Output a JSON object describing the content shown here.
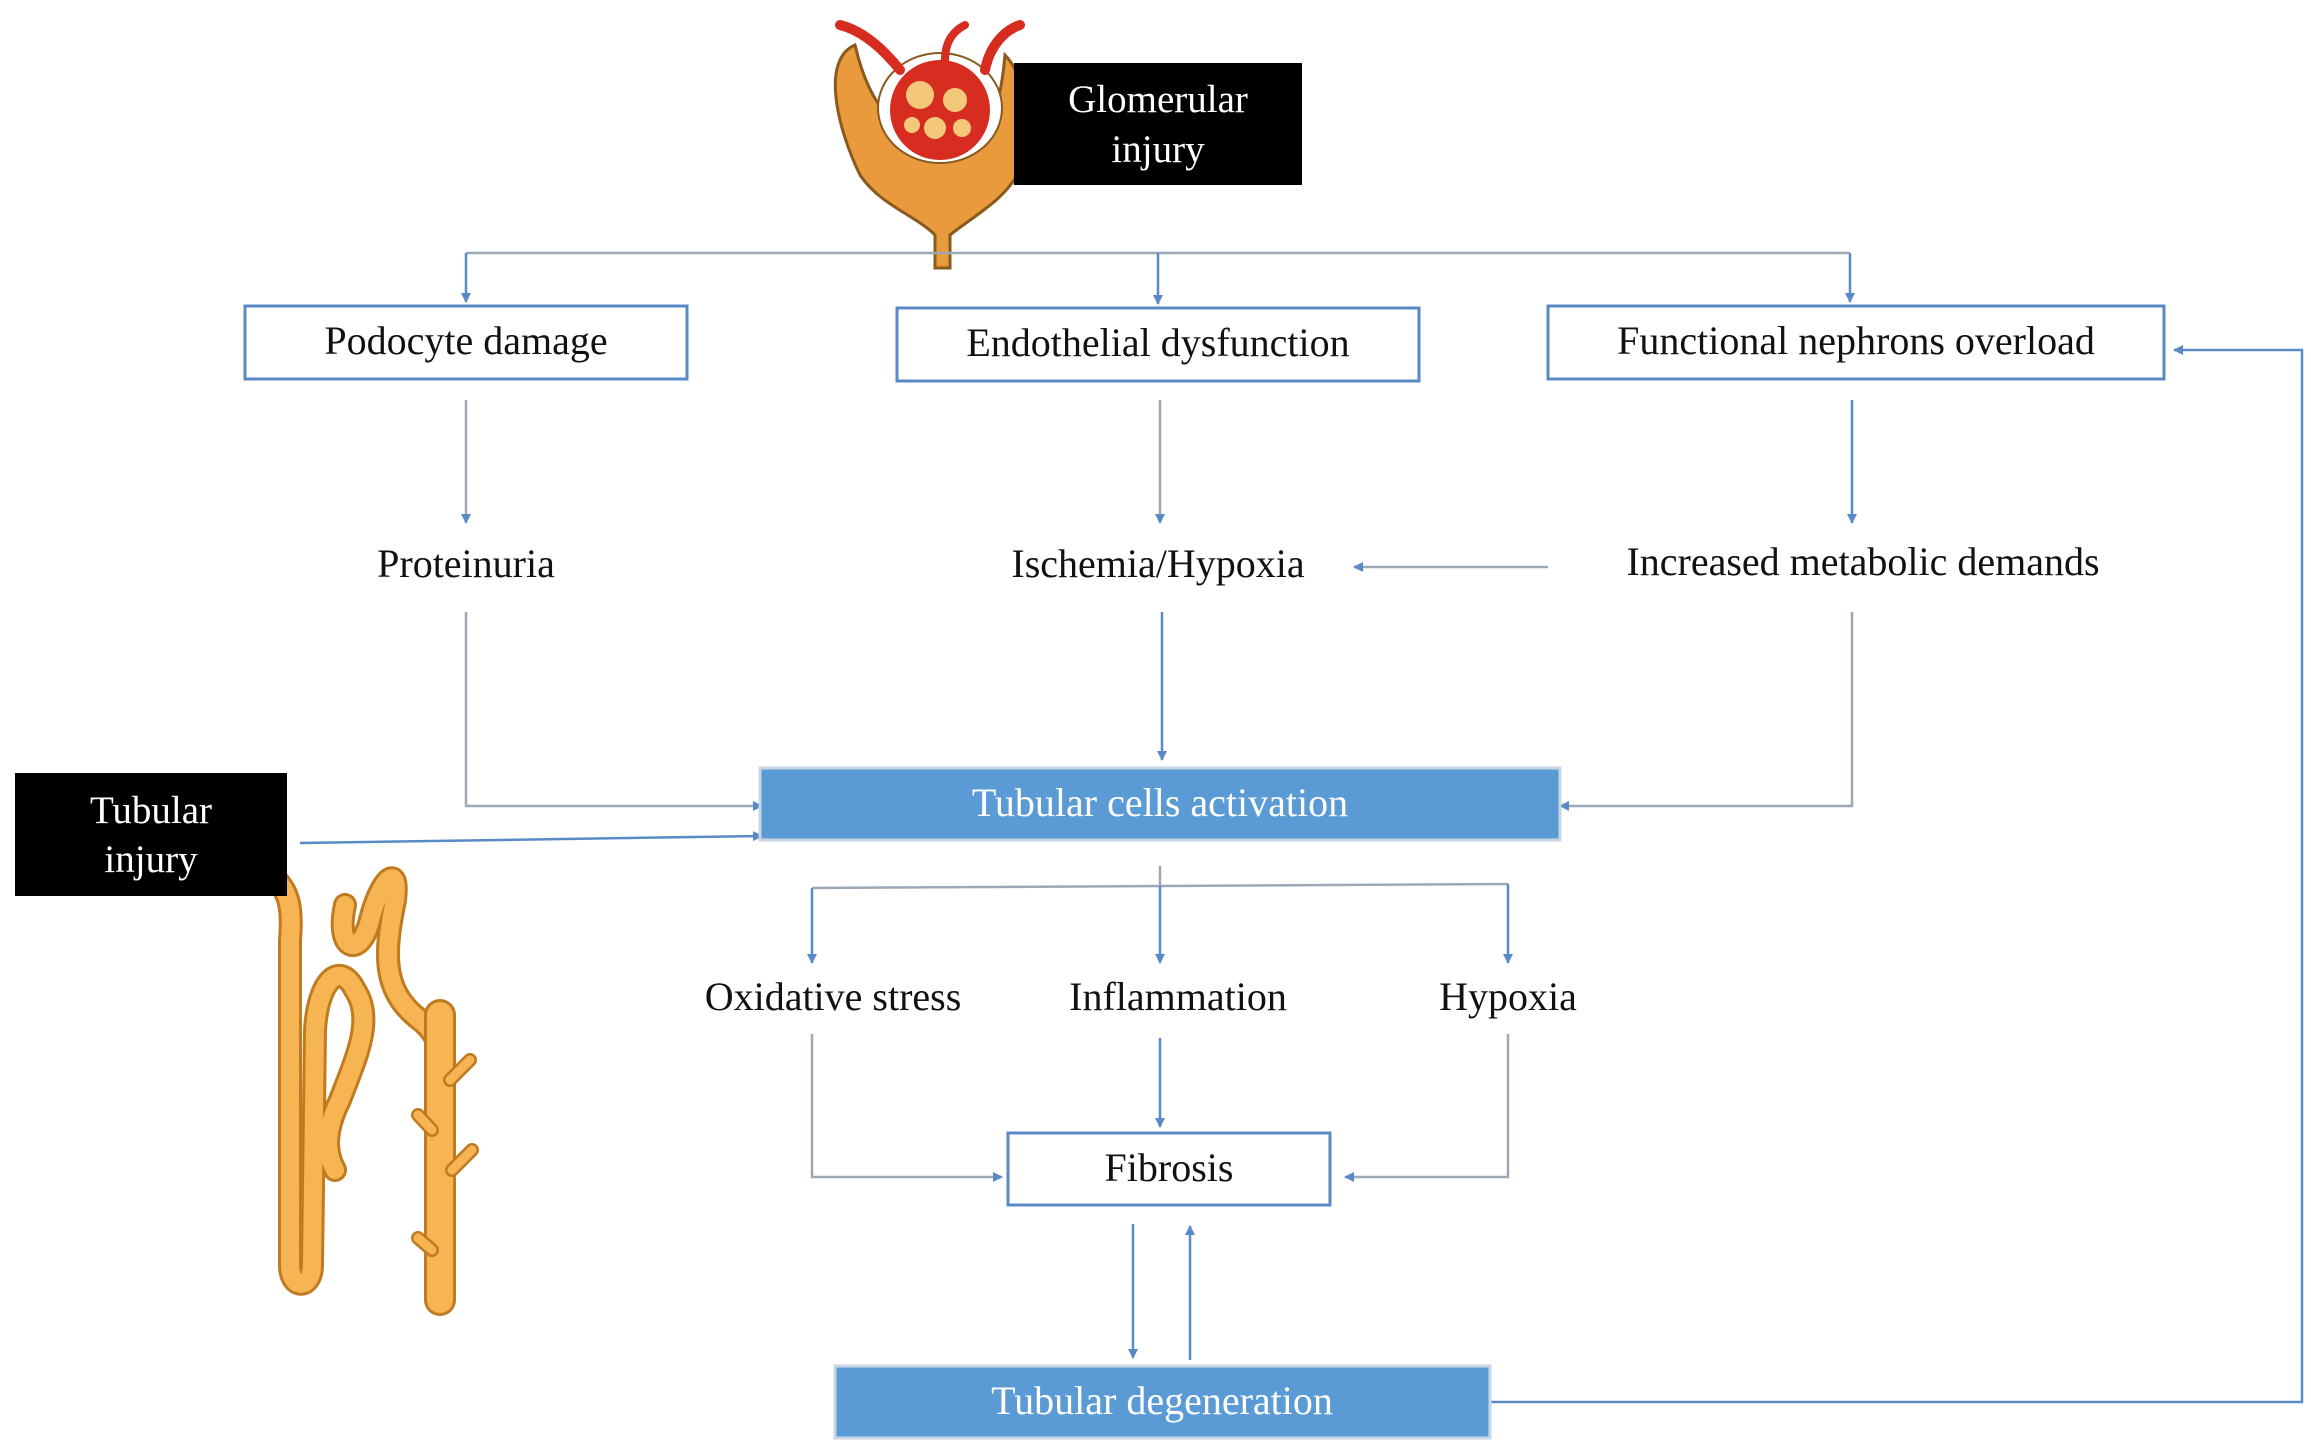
{
  "colors": {
    "arrow": "#5a8ac6",
    "line": "#9aa8b8",
    "box_border": "#5a8ac6",
    "filled_box": "#5b9bd5",
    "black_box": "#000000",
    "tubule": "#f6b452",
    "tubule_outline": "#c07a20",
    "capsule": "#e89a3c",
    "vessel": "#d62d20"
  },
  "labels": {
    "glomerular_injury": [
      "Glomerular",
      "injury"
    ],
    "tubular_injury": [
      "Tubular",
      "injury"
    ]
  },
  "nodes": {
    "podocyte_damage": "Podocyte damage",
    "endothelial_dysfunction": "Endothelial dysfunction",
    "functional_nephrons_overload": "Functional nephrons overload",
    "proteinuria": "Proteinuria",
    "ischemia_hypoxia": "Ischemia/Hypoxia",
    "increased_metabolic_demands": "Increased metabolic demands",
    "tubular_cells_activation": "Tubular cells activation",
    "oxidative_stress": "Oxidative stress",
    "inflammation": "Inflammation",
    "hypoxia": "Hypoxia",
    "fibrosis": "Fibrosis",
    "tubular_degeneration": "Tubular degeneration"
  },
  "icons": {
    "glomerulus": "glomerulus-icon",
    "nephron_tubule": "nephron-tubule-icon",
    "collecting_duct": "collecting-duct-icon"
  }
}
